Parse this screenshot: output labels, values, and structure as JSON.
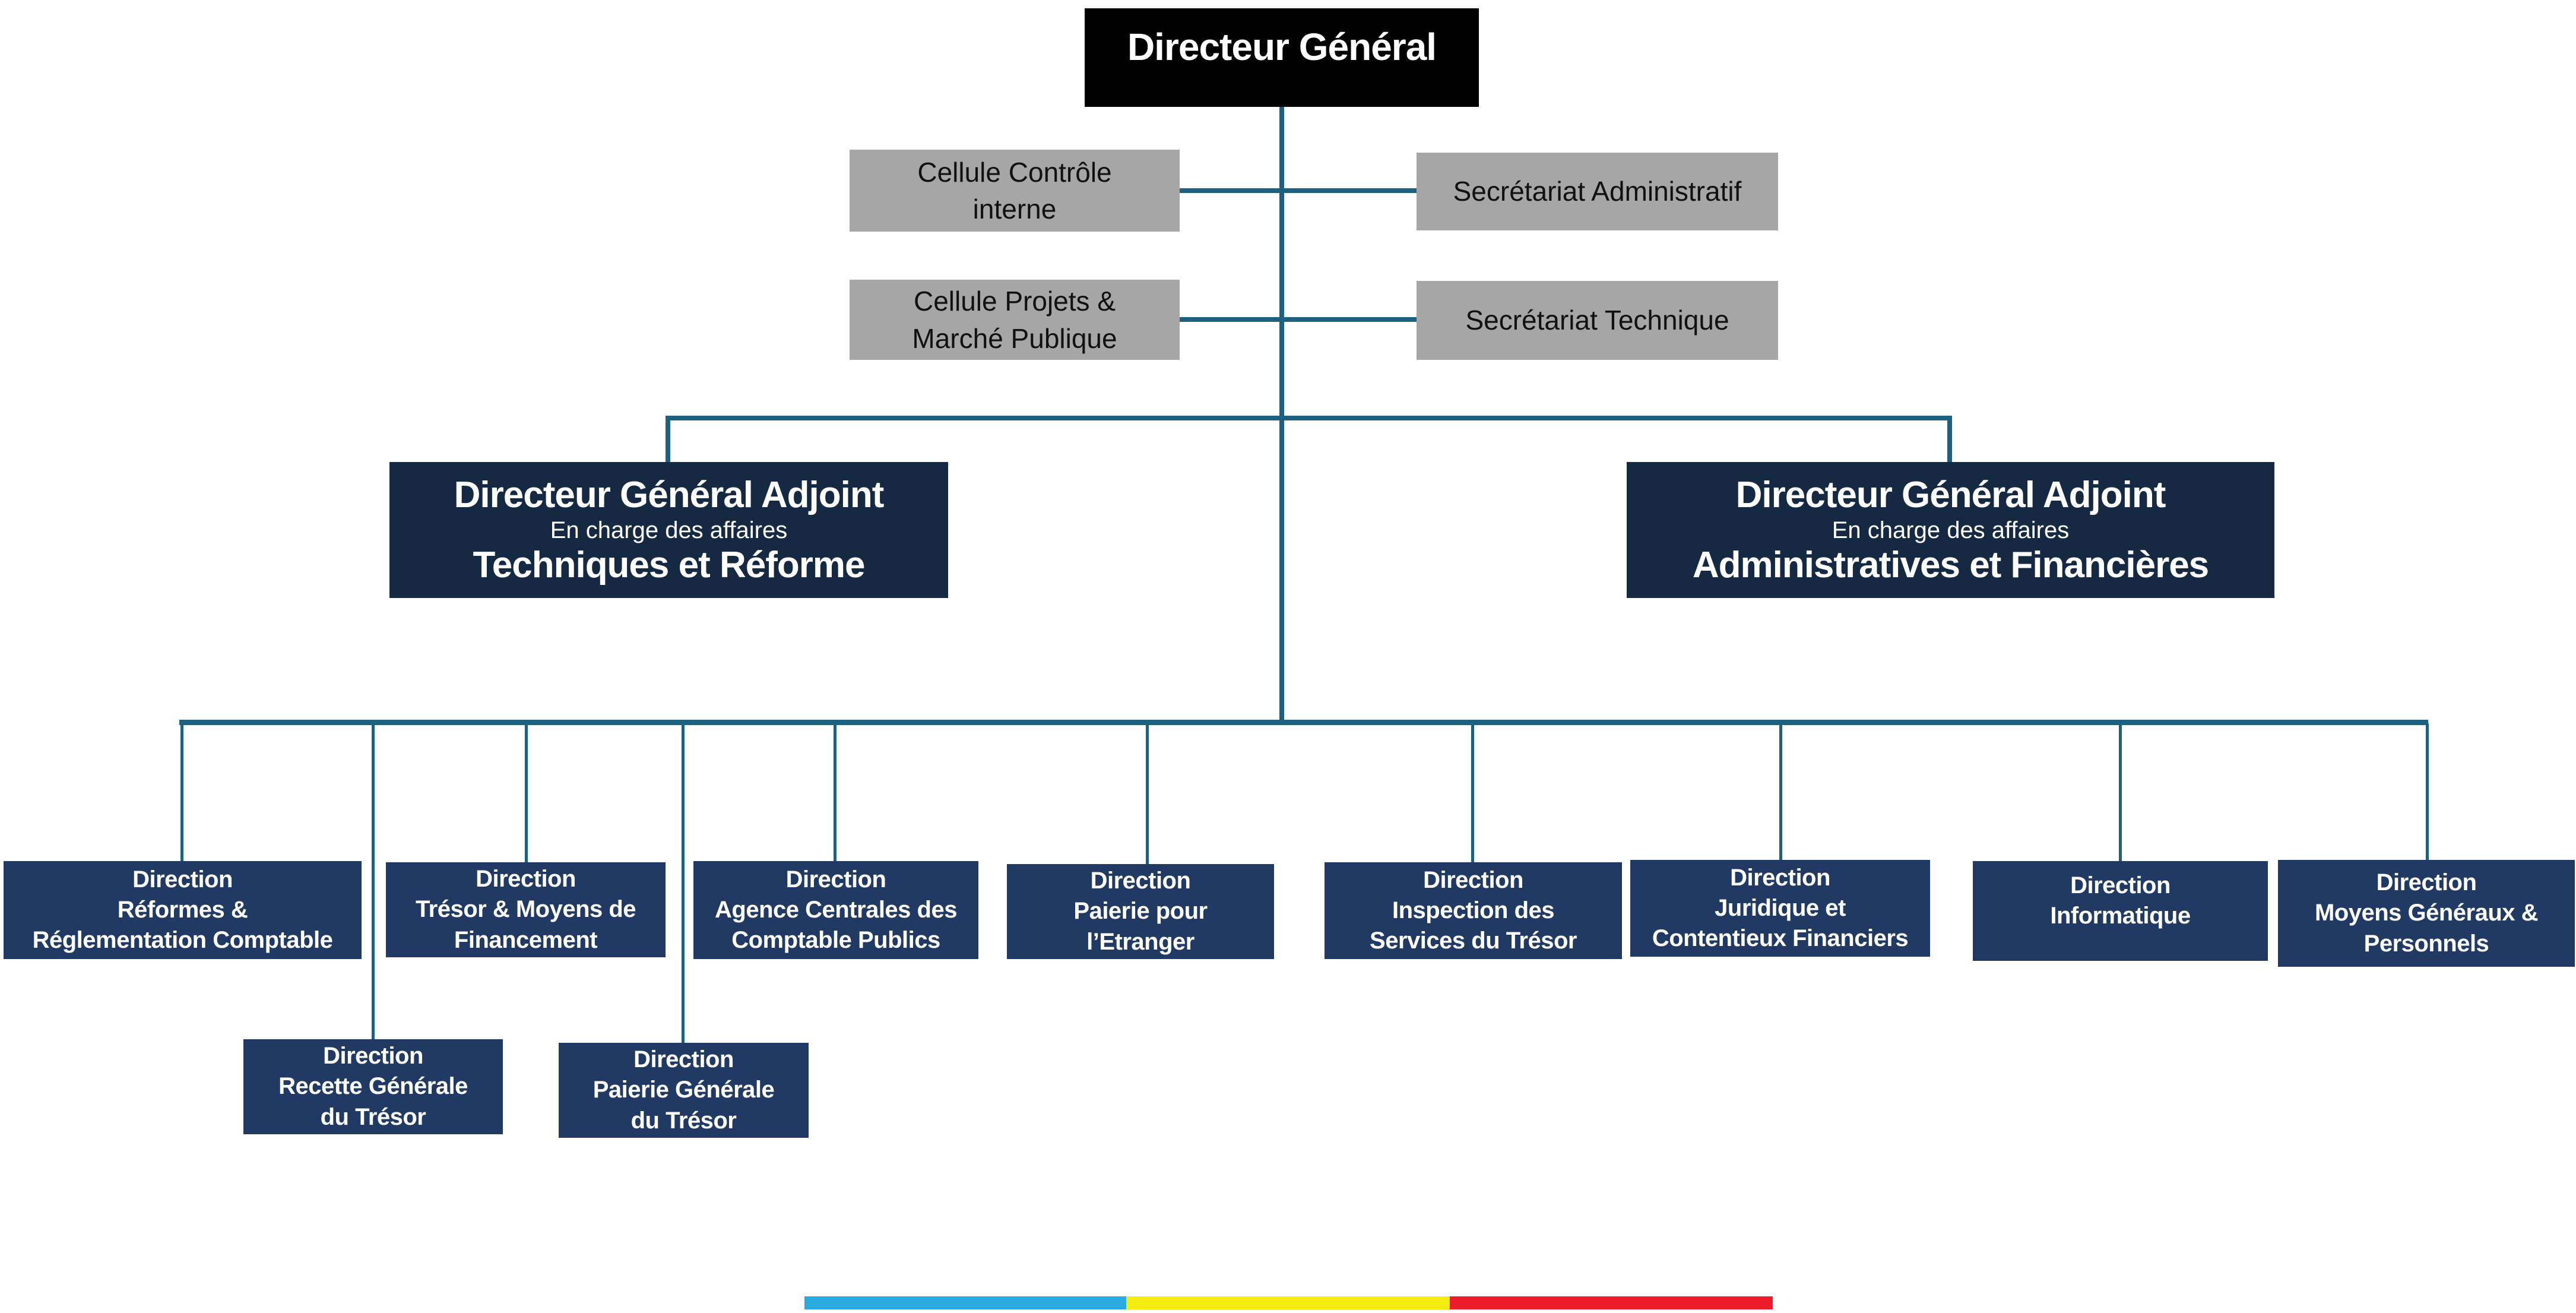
{
  "chart": {
    "root": {
      "label": "Directeur Général"
    },
    "staff_units": [
      {
        "label": "Cellule Contrôle\ninterne"
      },
      {
        "label": "Secrétariat Administratif"
      },
      {
        "label": "Cellule Projets &\nMarché Publique"
      },
      {
        "label": "Secrétariat Technique"
      }
    ],
    "deputies": [
      {
        "title": "Directeur Général Adjoint",
        "subtitle": "En charge des affaires",
        "scope": "Techniques et Réforme"
      },
      {
        "title": "Directeur Général Adjoint",
        "subtitle": "En charge des affaires",
        "scope": "Administratives et Financières"
      }
    ],
    "directions": [
      {
        "label": "Direction\nRéformes &\nRéglementation Comptable"
      },
      {
        "label": "Direction\nTrésor & Moyens de\nFinancement"
      },
      {
        "label": "Direction\nAgence Centrales des\nComptable Publics"
      },
      {
        "label": "Direction\nPaierie pour\nl’Etranger"
      },
      {
        "label": "Direction\nInspection des\nServices du Trésor"
      },
      {
        "label": "Direction\nJuridique et\nContentieux Financiers"
      },
      {
        "label": "Direction\nInformatique"
      },
      {
        "label": "Direction\nMoyens Généraux &\nPersonnels"
      }
    ],
    "sub_directions": [
      {
        "label": "Direction\nRecette Générale\ndu Trésor"
      },
      {
        "label": "Direction\nPaierie Générale\ndu Trésor"
      }
    ],
    "colors": {
      "connector": "#1E607F",
      "root_box": "#000000",
      "deputy_box": "#152A42",
      "direction_box": "#213A63",
      "staff_box": "#A6A6A6",
      "footer_bar_cyan": "#29ABE2",
      "footer_bar_yellow": "#F5EB10",
      "footer_bar_red": "#EC1C2D"
    }
  }
}
